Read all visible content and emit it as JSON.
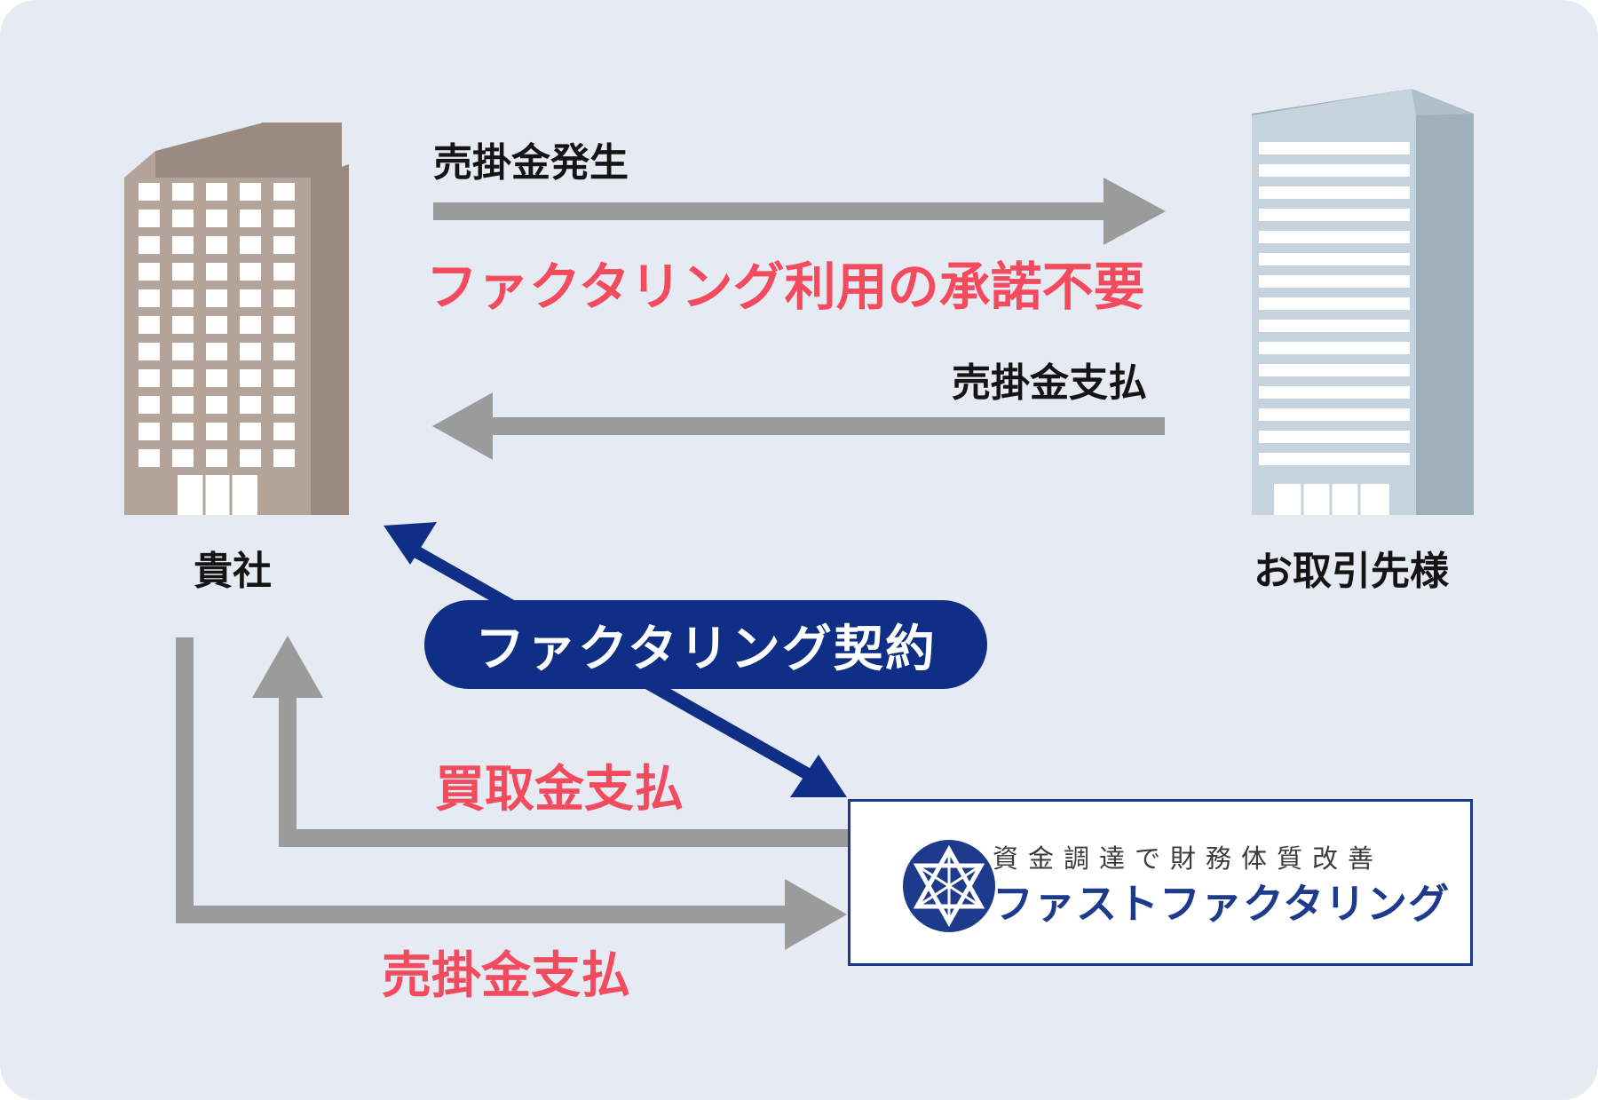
{
  "colors": {
    "background": "#e6eaf3",
    "arrow_gray": "#9b9b9b",
    "accent_red": "#f24b5e",
    "navy": "#0f2f86"
  },
  "labels": {
    "receivable_occur": "売掛金発生",
    "no_consent": "ファクタリング利用の承諾不要",
    "receivable_payment_top": "売掛金支払",
    "company": "貴社",
    "client": "お取引先様",
    "contract": "ファクタリング契約",
    "purchase_payment": "買取金支払",
    "receivable_payment_bottom": "売掛金支払"
  },
  "logo": {
    "tagline": "資金調達で財務体質改善",
    "name": "ファストファクタリング"
  },
  "icons": {
    "company_building": "office-building-icon",
    "client_building": "office-building-icon",
    "logo_mark": "star-triangle-logo-icon"
  }
}
